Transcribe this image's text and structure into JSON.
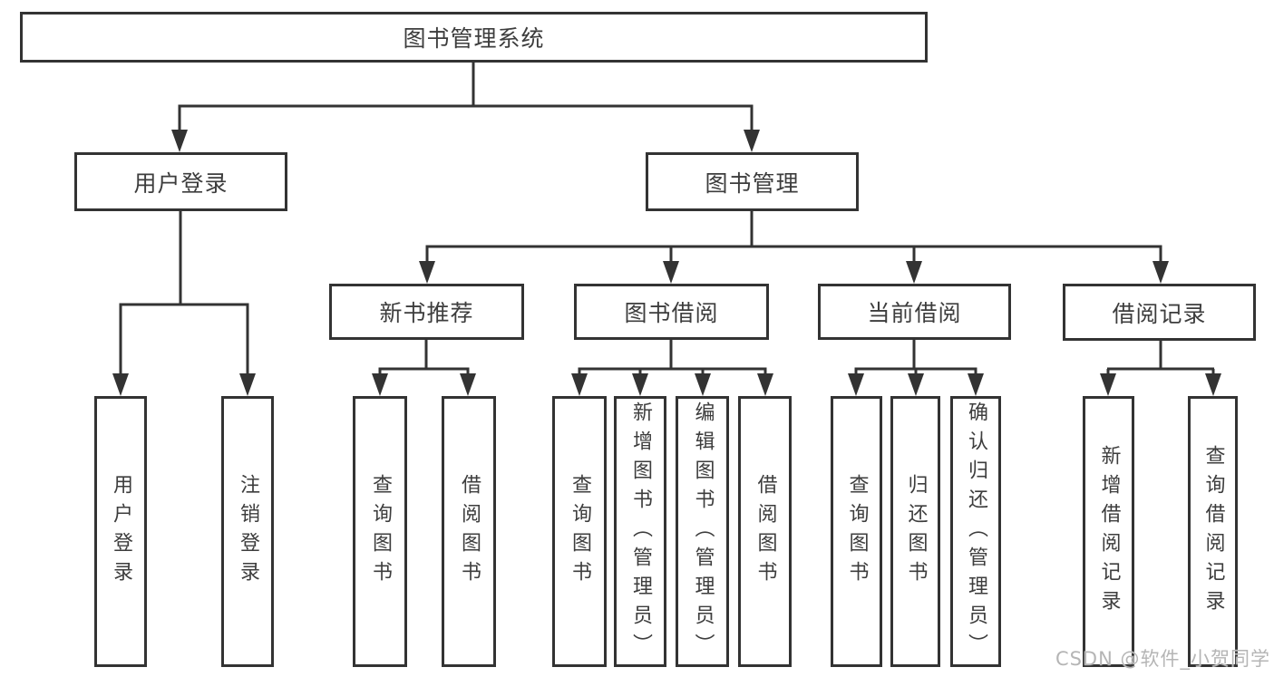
{
  "diagram": {
    "watermark": "CSDN @软件_小贺同学",
    "colors": {
      "line": "#333333",
      "text": "#3d3d3d",
      "background": "#ffffff",
      "watermark": "#b5b5b5"
    },
    "nodes": {
      "root": {
        "label": "图书管理系统"
      },
      "user_login": {
        "label": "用户登录"
      },
      "book_mgmt": {
        "label": "图书管理"
      },
      "new_book_rec": {
        "label": "新书推荐"
      },
      "book_borrow": {
        "label": "图书借阅"
      },
      "current_borrow": {
        "label": "当前借阅"
      },
      "borrow_record": {
        "label": "借阅记录"
      },
      "leaf_user_login": {
        "label": "用户登录"
      },
      "leaf_logout_login": {
        "label": "注销登录"
      },
      "leaf_query_book_rec": {
        "label": "查询图书"
      },
      "leaf_borrow_book_rec": {
        "label": "借阅图书"
      },
      "leaf_query_book_borrow": {
        "label": "查询图书"
      },
      "leaf_add_book_admin": {
        "label": "新增图书（管理员）"
      },
      "leaf_edit_book_admin": {
        "label": "编辑图书（管理员）"
      },
      "leaf_borrow_book_borrow": {
        "label": "借阅图书"
      },
      "leaf_query_book_current": {
        "label": "查询图书"
      },
      "leaf_return_book": {
        "label": "归还图书"
      },
      "leaf_confirm_return_admin": {
        "label": "确认归还（管理员）"
      },
      "leaf_add_borrow_record": {
        "label": "新增借阅记录"
      },
      "leaf_query_borrow_record": {
        "label": "查询借阅记录"
      }
    }
  }
}
